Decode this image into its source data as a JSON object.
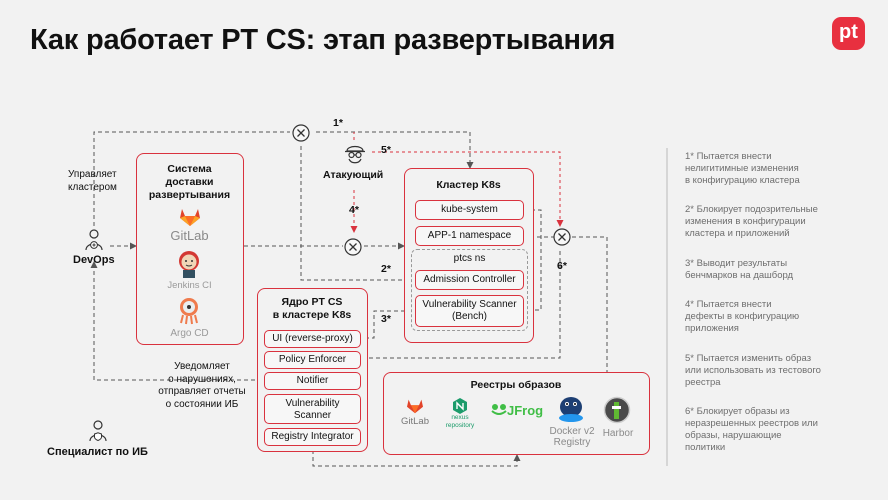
{
  "title": "Как работает PT CS: этап развертывания",
  "logo": "pt",
  "devops": {
    "label": "DevOps",
    "manages_text": "Управляет\nкластером"
  },
  "specialist": {
    "label": "Специалист по ИБ"
  },
  "notify_text": "Уведомляет\nо нарушениях,\nотправляет отчеты\nо состоянии ИБ",
  "attacker": {
    "label": "Атакующий"
  },
  "delivery": {
    "title": "Система\nдоставки\nразвертывания",
    "tools": [
      "GitLab",
      "Jenkins CI",
      "Argo CD"
    ]
  },
  "cluster": {
    "title": "Кластер K8s",
    "items": [
      "kube-system",
      "APP-1 namespace"
    ],
    "ptcs_ns": "ptcs ns",
    "ptcs_items": [
      "Admission Controller",
      "Vulnerability Scanner\n(Bench)"
    ]
  },
  "core": {
    "title": "Ядро PT CS\nв кластере K8s",
    "items": [
      "UI (reverse-proxy)",
      "Policy Enforcer",
      "Notifier",
      "Vulnerability\nScanner",
      "Registry Integrator"
    ]
  },
  "registries": {
    "title": "Реестры образов",
    "items": [
      "GitLab",
      "nexus\nrepository",
      "JFrog",
      "Docker v2\nRegistry",
      "Harbor"
    ]
  },
  "markers": [
    "1*",
    "2*",
    "3*",
    "4*",
    "5*",
    "6*"
  ],
  "notes": [
    "1* Пытается внести\nнелигитимные изменения\nв конфигурацию кластера",
    "2* Блокирует подозрительные\nизменения в конфигурации\nкластера и приложений",
    "3* Выводит результаты\nбенчмарков на дашборд",
    "4* Пытается внести\nдефекты в конфигурацию\nприложения",
    "5* Пытается изменить образ\nили использовать из тестового\nреестра",
    "6* Блокирует образы из\nнеразрешенных реестров или\nобразы, нарушающие\nполитики"
  ],
  "colors": {
    "accent": "#d9323e",
    "line": "#555555",
    "note_text": "#6e6e6e"
  }
}
